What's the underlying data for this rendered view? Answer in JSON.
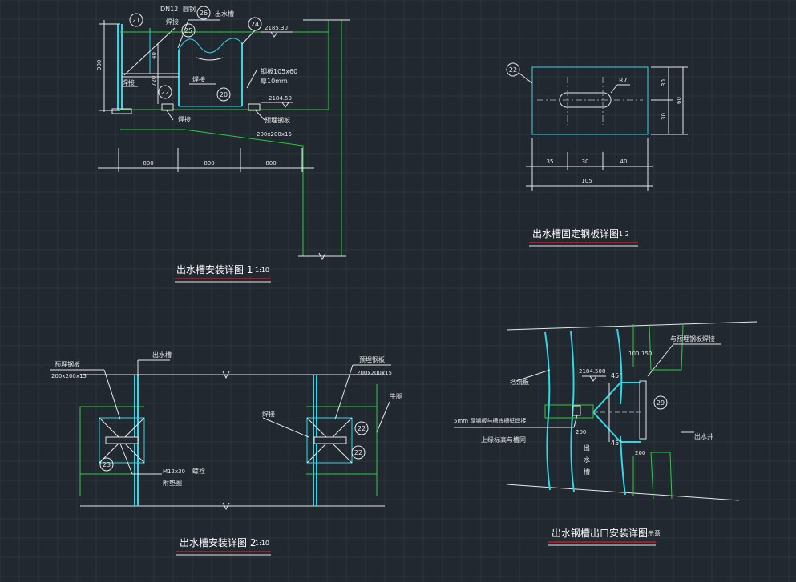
{
  "colors": {
    "background": "#212830",
    "line_white": "#e8e8e8",
    "line_cyan": "#33d6e6",
    "line_green": "#27d13a",
    "underline_red": "#d8202a"
  },
  "view1": {
    "title": "出水槽安装详图 1",
    "scale": "1:10",
    "labels": {
      "dn12": "DN12",
      "round_steel": "圆钢",
      "weld_top": "焊接",
      "outlet": "出水槽",
      "weld_left": "焊接",
      "weld_mid": "焊接",
      "weld_bottom": "焊接",
      "steel_plate": "钢板105x60",
      "thickness": "厚10mm",
      "embedded": "预埋钢板",
      "embedded_size": "200x200x15"
    },
    "elevations": {
      "top": "2185.30",
      "bottom": "2184.50"
    },
    "dims": {
      "height": "900",
      "inner_40": "40",
      "inner_720": "720",
      "span1": "800",
      "span2": "800",
      "span3": "800"
    },
    "callouts": {
      "c21": "21",
      "c25": "25",
      "c26": "26",
      "c24": "24",
      "c22": "22",
      "c20": "20"
    }
  },
  "view2": {
    "title": "出水槽固定钢板详图",
    "scale": "1:2",
    "callout": "22",
    "radius": "R7",
    "dims": {
      "v30a": "30",
      "v30b": "30",
      "v60": "60",
      "h35": "35",
      "h30": "30",
      "h40": "40",
      "h105": "105"
    }
  },
  "view3": {
    "title": "出水槽安装详图 2",
    "scale": "1:10",
    "labels": {
      "embedded_left": "预埋钢板",
      "embedded_left_size": "200x200x15",
      "outlet": "出水槽",
      "embedded_right": "预埋钢板",
      "embedded_right_size": "200x200x15",
      "beam": "牛腿",
      "weld": "焊接",
      "bolt": "M12x30",
      "bolt_label": "螺栓",
      "washer": "附垫圈"
    },
    "callouts": {
      "c23": "23",
      "c22a": "22",
      "c22b": "22"
    }
  },
  "view4": {
    "title": "出水钢槽出口安装详图",
    "scale": "示意",
    "labels": {
      "weld_embedded": "与预埋钢板焊接",
      "baffle": "挡流板",
      "plate_note": "5mm 厚钢板与槽底槽壁焊接",
      "plate_note2": "上缘标高与槽同",
      "outlet_well": "出水井",
      "outlet_v1": "出",
      "outlet_v2": "水",
      "outlet_v3": "槽"
    },
    "elevation": "2184.508",
    "dims": {
      "d100": "100",
      "d150": "150",
      "d200": "200",
      "d200b": "200",
      "angle1": "45°",
      "angle2": "45°"
    },
    "callout": "29"
  }
}
